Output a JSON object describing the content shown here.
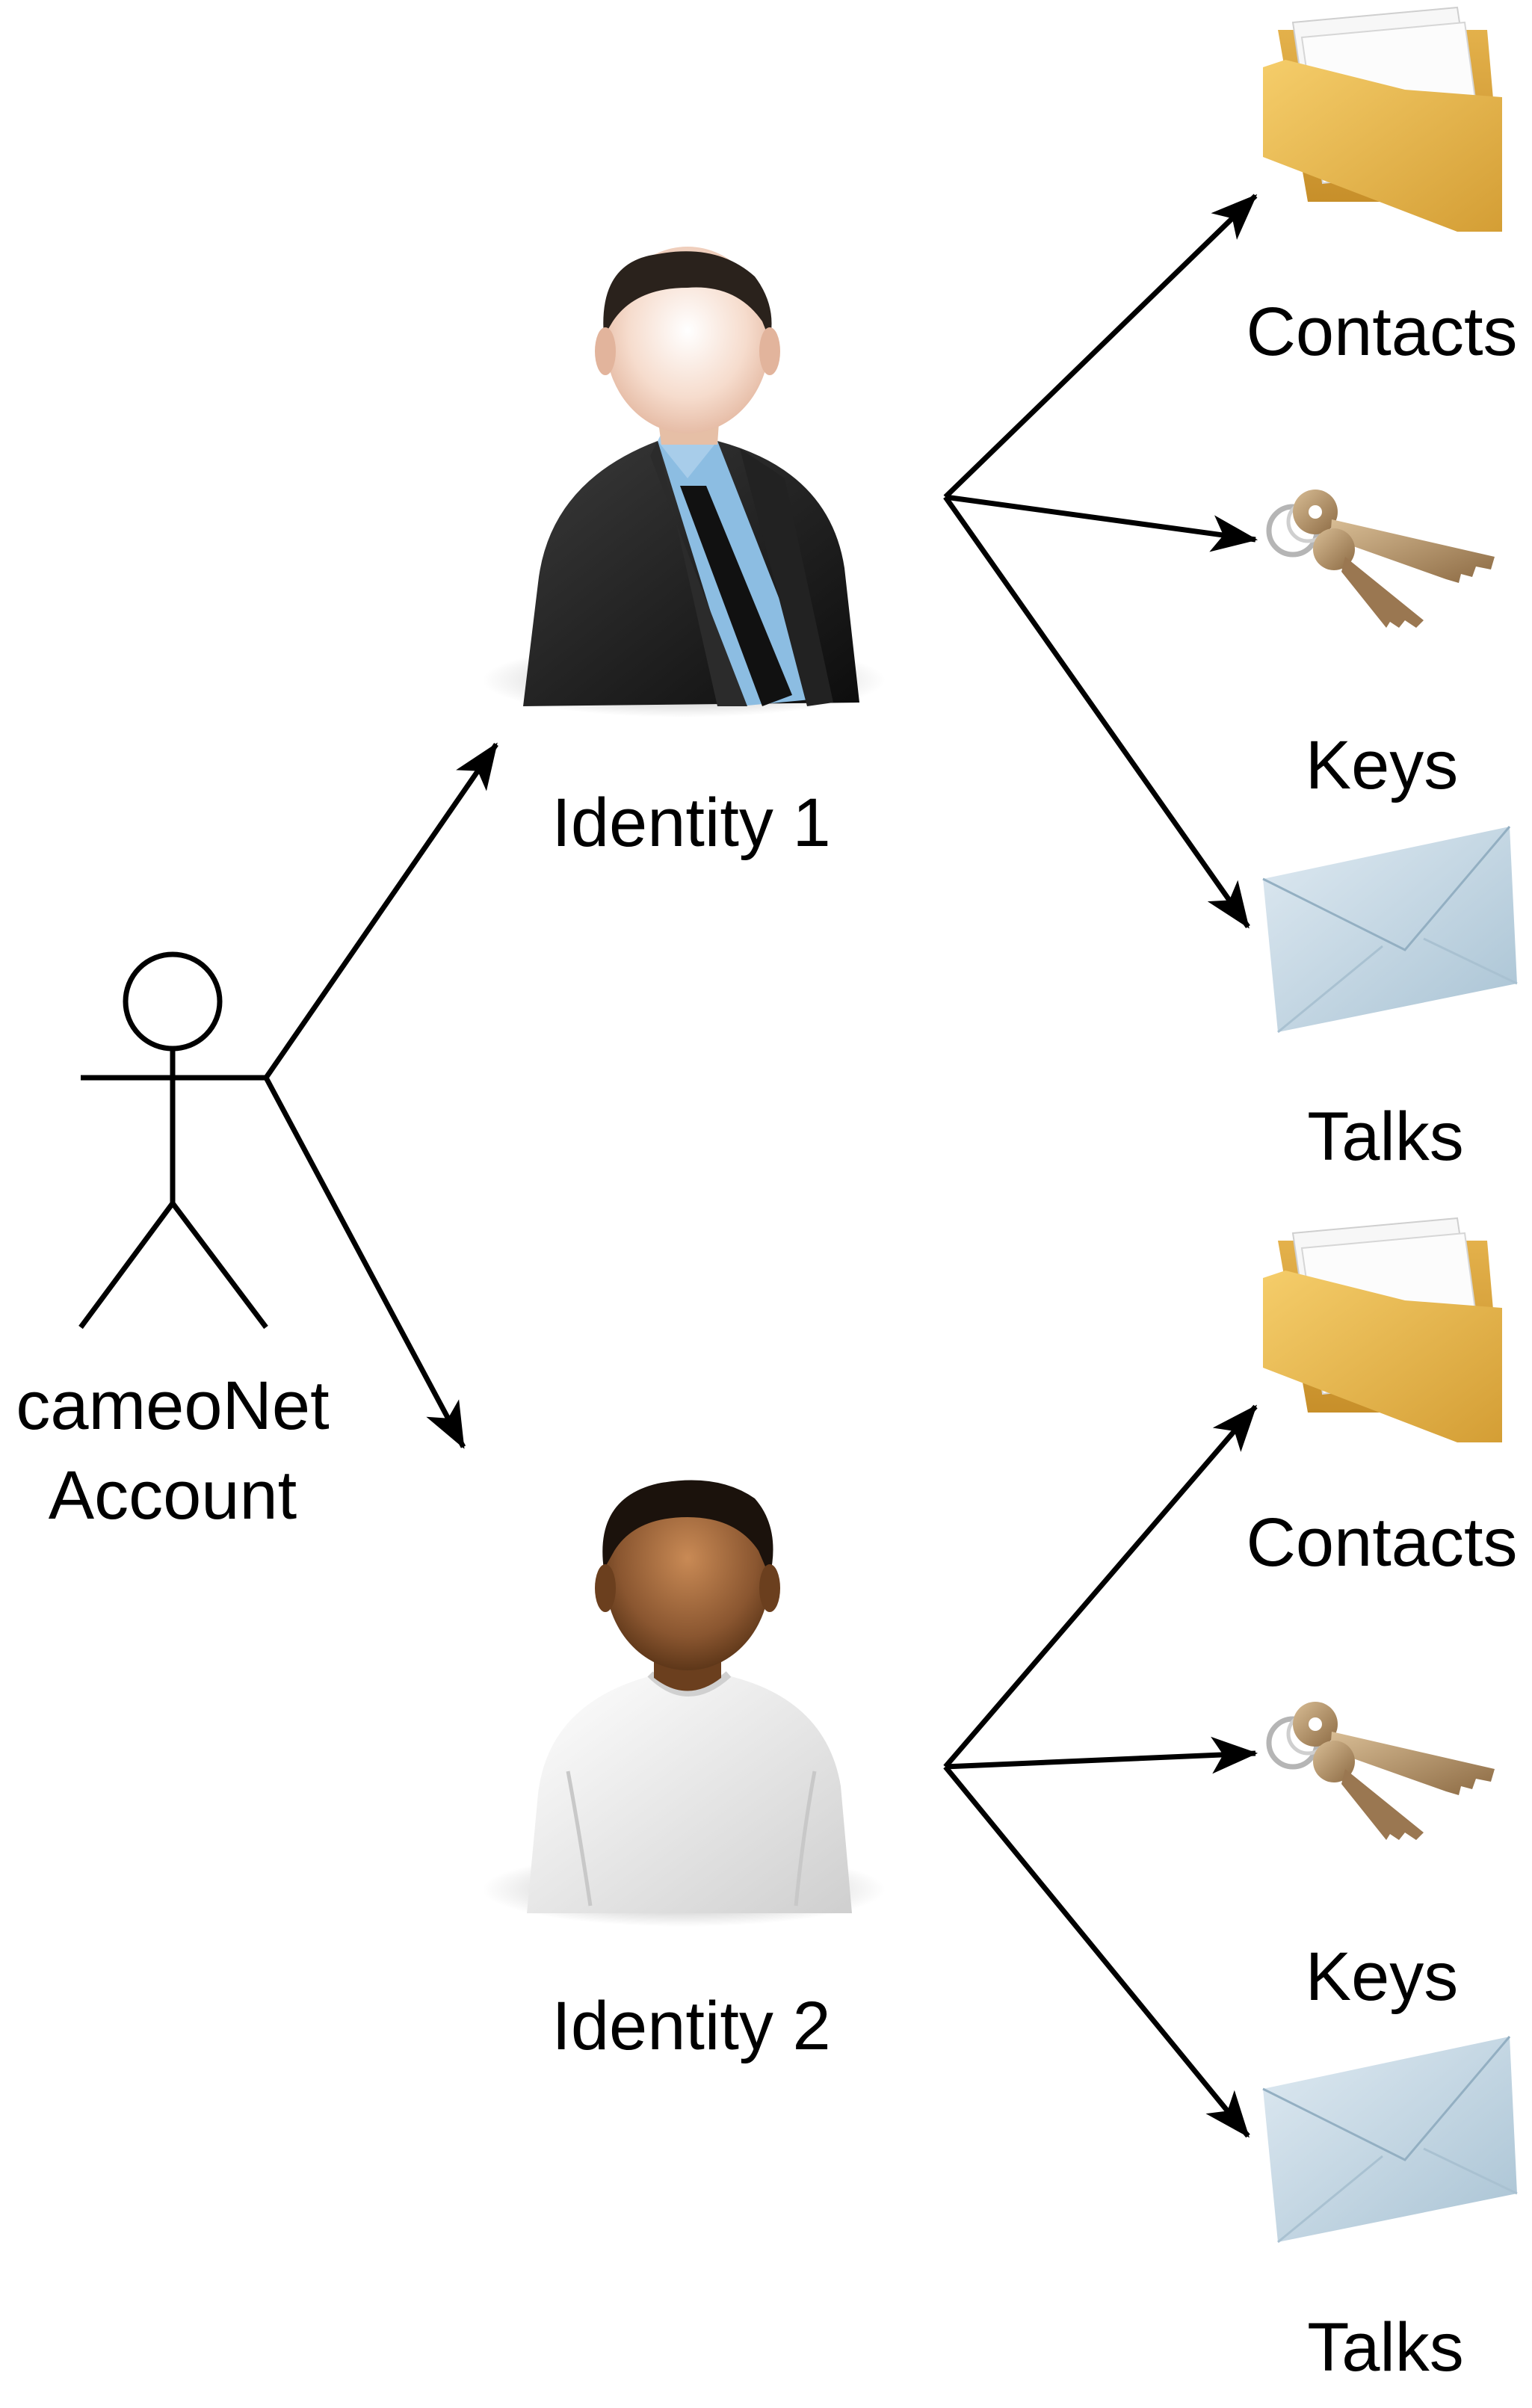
{
  "account": {
    "label_line1": "cameoNet",
    "label_line2": "Account"
  },
  "identities": [
    {
      "label": "Identity 1",
      "avatar": "businessman-avatar-icon",
      "items": [
        {
          "label": "Contacts",
          "icon": "folder-icon"
        },
        {
          "label": "Keys",
          "icon": "keys-icon"
        },
        {
          "label": "Talks",
          "icon": "envelope-icon"
        }
      ]
    },
    {
      "label": "Identity 2",
      "avatar": "person-avatar-icon",
      "items": [
        {
          "label": "Contacts",
          "icon": "folder-icon"
        },
        {
          "label": "Keys",
          "icon": "keys-icon"
        },
        {
          "label": "Talks",
          "icon": "envelope-icon"
        }
      ]
    }
  ],
  "colors": {
    "lines": "#000000",
    "folder": "#e8b64c",
    "envelope": "#c4d9e6",
    "keys": "#b39066",
    "suit": "#1c1c1c",
    "shirt_blue": "#8cbde2",
    "tshirt": "#eeeeee",
    "skin_light": "#f3d6c4",
    "skin_dark": "#7a4a26"
  }
}
